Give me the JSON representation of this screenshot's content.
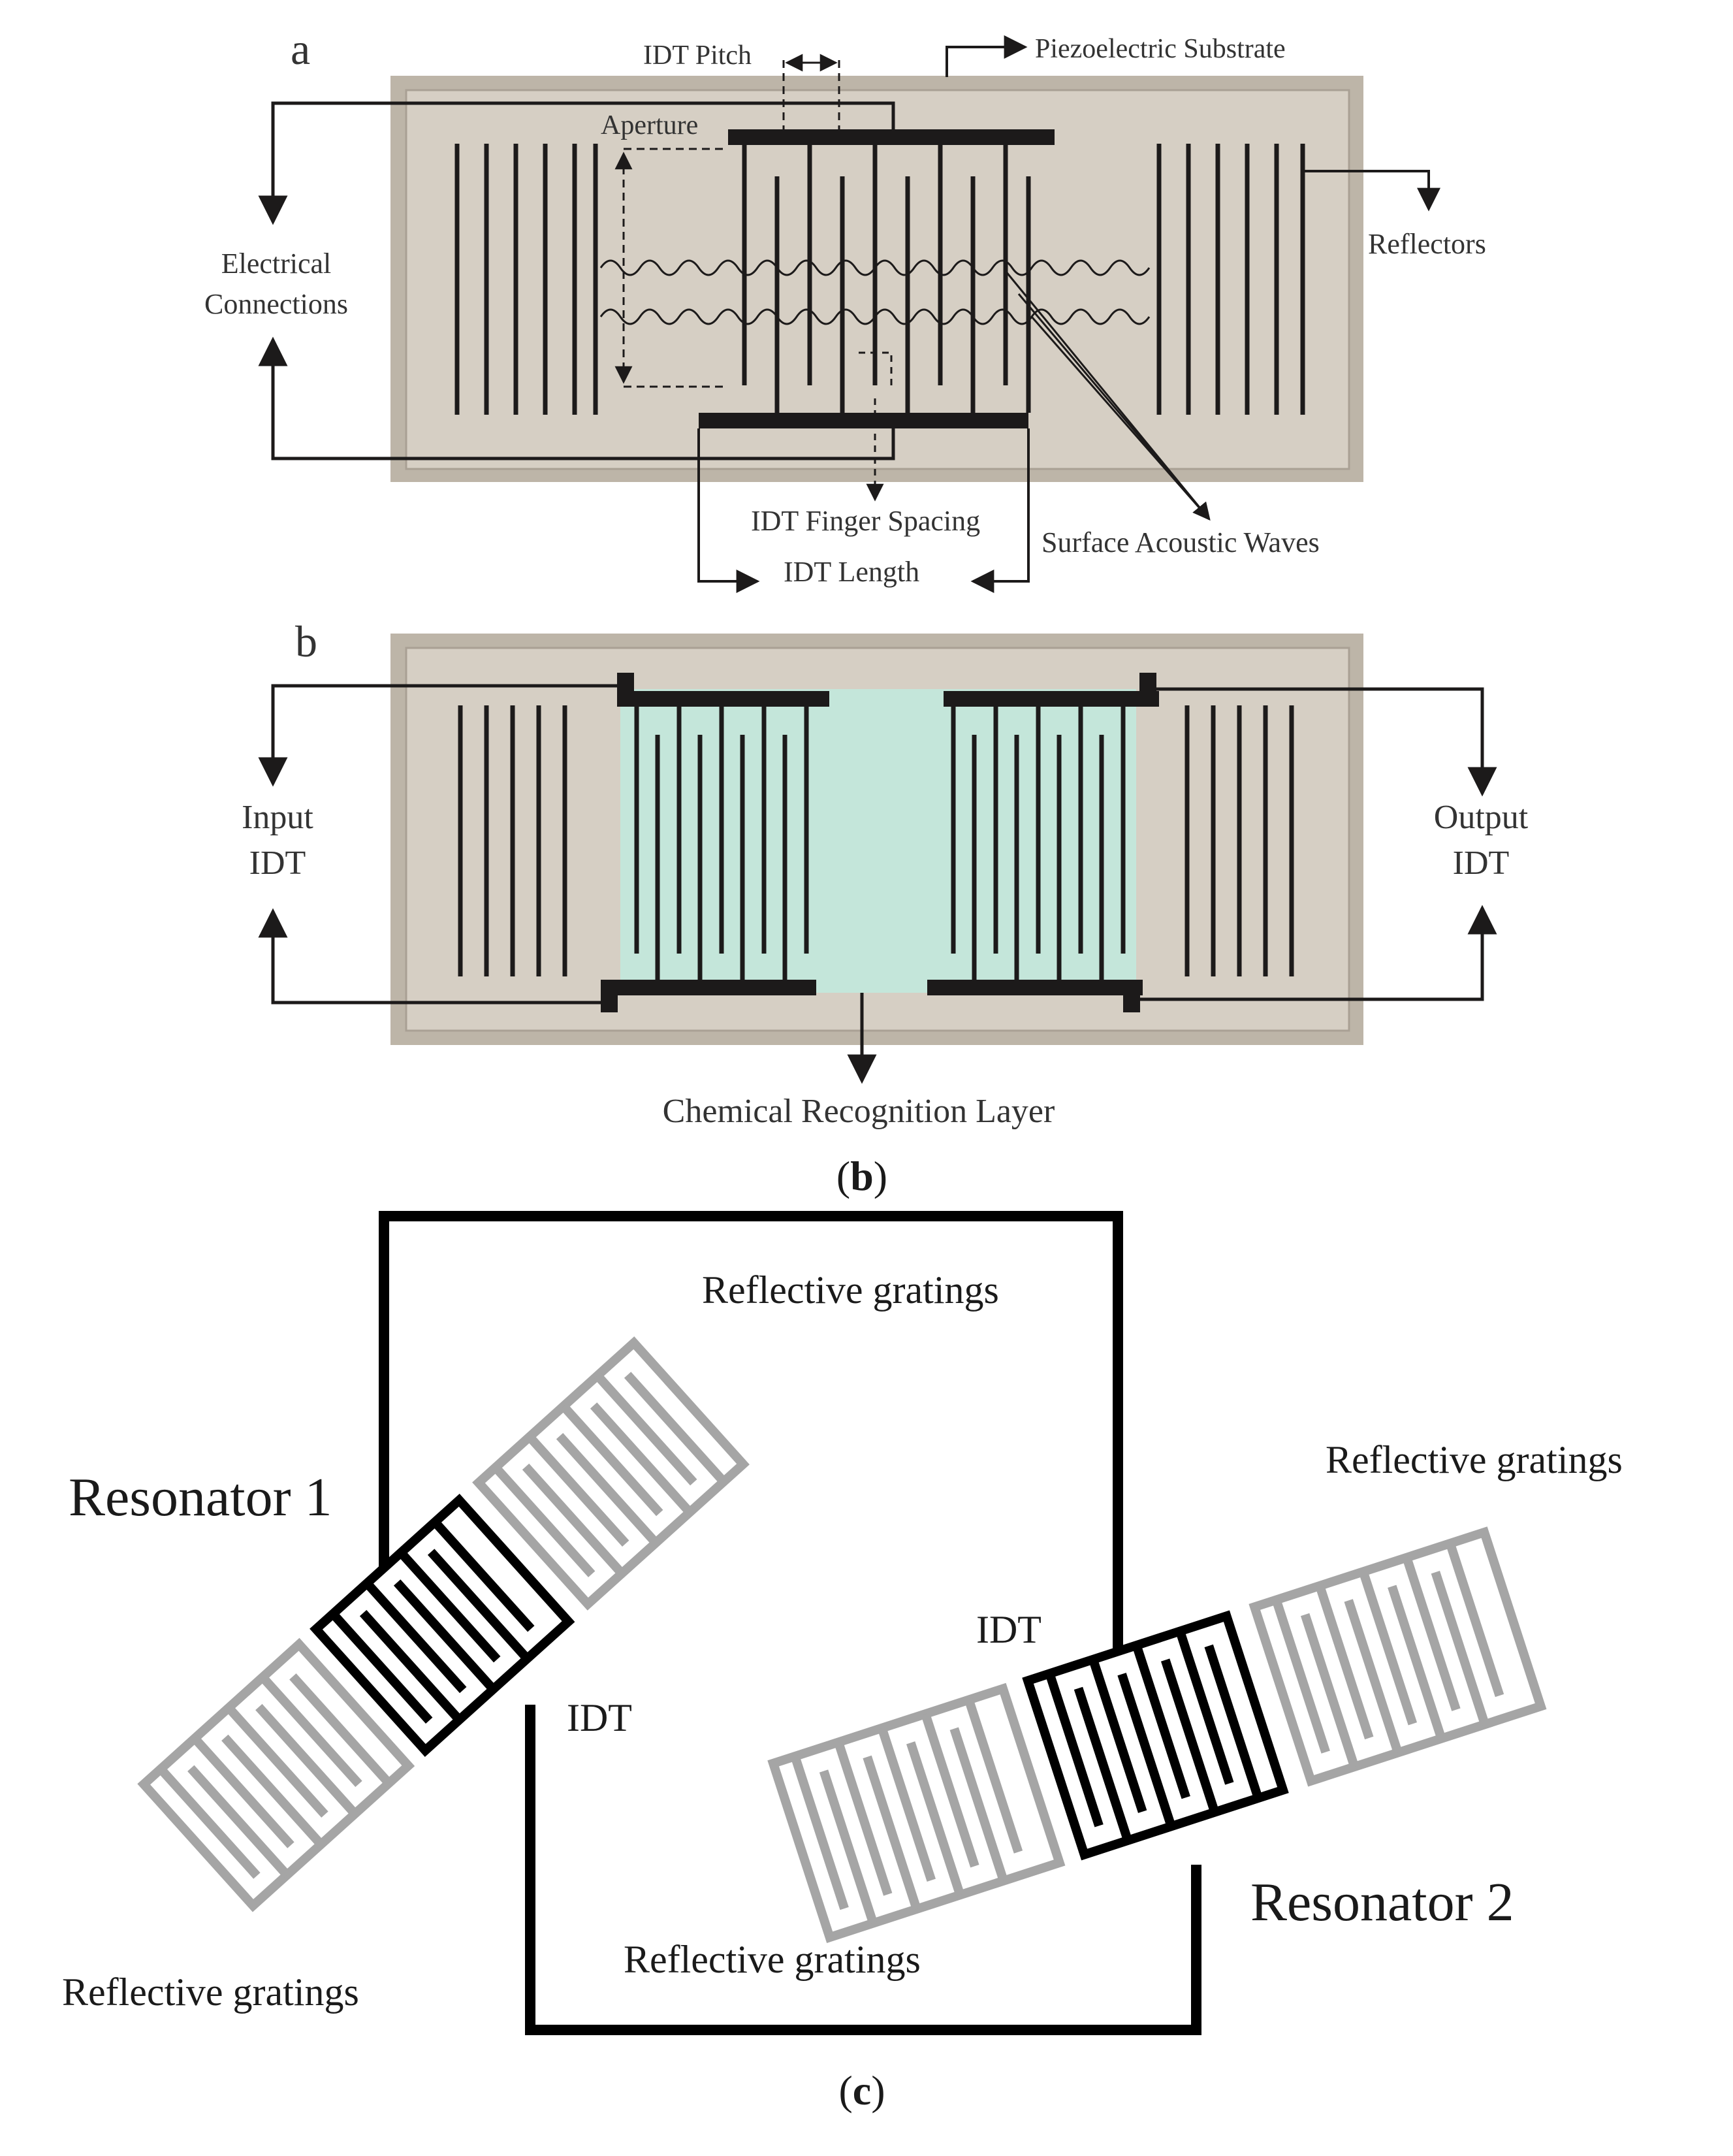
{
  "panel_a": {
    "tag": "a",
    "labels": {
      "idt_pitch": "IDT Pitch",
      "piezoelectric_substrate": "Piezoelectric Substrate",
      "aperture": "Aperture",
      "electrical_connections_1": "Electrical",
      "electrical_connections_2": "Connections",
      "reflectors": "Reflectors",
      "idt_finger_spacing": "IDT Finger Spacing",
      "surface_acoustic_waves": "Surface Acoustic Waves",
      "idt_length": "IDT Length"
    }
  },
  "panel_b": {
    "tag": "b",
    "labels": {
      "input_1": "Input",
      "input_2": "IDT",
      "output_1": "Output",
      "output_2": "IDT",
      "chemical_layer": "Chemical Recognition Layer"
    },
    "caption_open": "(",
    "caption_letter": "b",
    "caption_close": ")"
  },
  "panel_c": {
    "labels": {
      "resonator_1": "Resonator 1",
      "resonator_2": "Resonator 2",
      "gratings_top": "Reflective gratings",
      "gratings_right": "Reflective gratings",
      "gratings_bottom_left": "Reflective gratings",
      "gratings_bottom_mid": "Reflective gratings",
      "idt_1": "IDT",
      "idt_2": "IDT"
    },
    "caption_open": "(",
    "caption_letter": "c",
    "caption_close": ")"
  },
  "colors": {
    "substrate": "#d6cfc4",
    "substrate_border": "#bdb5a8",
    "electrode": "#1c1a1a",
    "recognition_layer": "#c4e6da",
    "grating_grey": "#a5a5a5",
    "idt_black": "#000000"
  }
}
